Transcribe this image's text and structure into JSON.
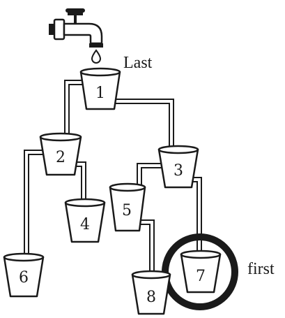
{
  "diagram": {
    "labels": {
      "top": "Last",
      "bottom": "first"
    },
    "buckets": [
      {
        "id": "1",
        "label": "1"
      },
      {
        "id": "2",
        "label": "2"
      },
      {
        "id": "3",
        "label": "3"
      },
      {
        "id": "4",
        "label": "4"
      },
      {
        "id": "5",
        "label": "5"
      },
      {
        "id": "6",
        "label": "6"
      },
      {
        "id": "7",
        "label": "7",
        "highlighted": true
      },
      {
        "id": "8",
        "label": "8"
      }
    ],
    "icons": [
      "faucet-icon",
      "water-drop-icon"
    ],
    "colors": {
      "ink": "#1a1a1a",
      "background": "#ffffff"
    }
  }
}
